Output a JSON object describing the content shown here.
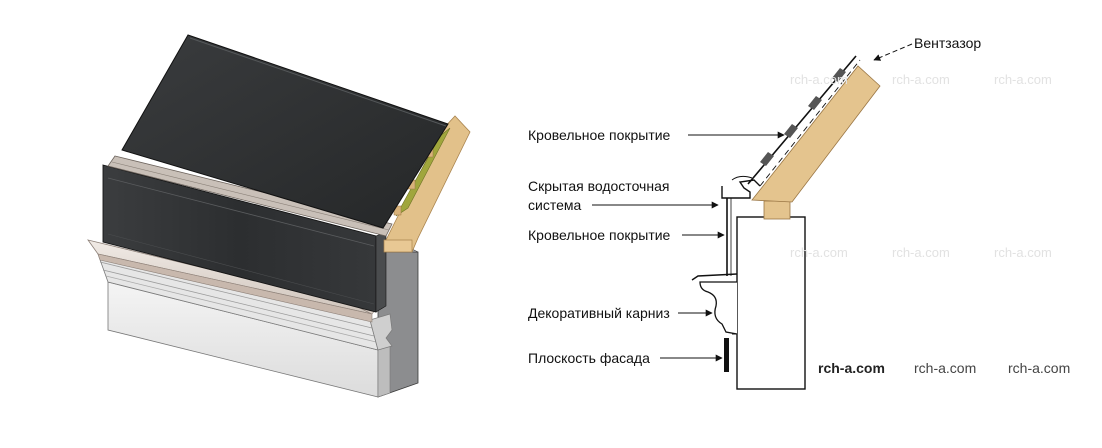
{
  "labels": {
    "vent_gap": "Вентзазор",
    "roofing_top": "Кровельное покрытие",
    "hidden_gutter_line1": "Скрытая водосточная",
    "hidden_gutter_line2": "система",
    "roofing_bottom": "Кровельное покрытие",
    "decorative_cornice": "Декоративный карниз",
    "facade_plane": "Плоскость фасада"
  },
  "watermarks": {
    "primary": "rch-a.com",
    "secondary_1": "rch-a.com",
    "secondary_2": "rch-a.com",
    "faint": "rch-a.com"
  },
  "colors": {
    "roof_dark": "#2e3032",
    "timber": "#e4c48e",
    "timber_edge": "#c79f63",
    "insulation": "#9aa13c",
    "wall_gray": "#8a8b8d",
    "metal_light": "#e4dcd5",
    "line": "#111111",
    "watermark_primary": "#222222",
    "watermark_faint": "#e2e2e2"
  }
}
